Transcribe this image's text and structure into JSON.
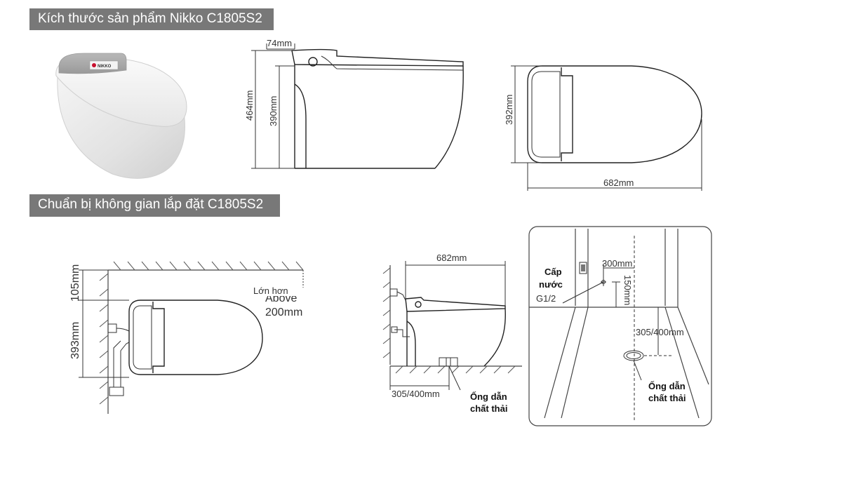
{
  "headers": {
    "dimensions": "Kích thước sản phẩm Nikko C1805S2",
    "installation": "Chuẩn bị không gian lắp đặt C1805S2"
  },
  "product_photo": {
    "logo_text": "NIKKO"
  },
  "side_view": {
    "top_offset": "74mm",
    "total_height": "464mm",
    "body_height": "390mm"
  },
  "top_view": {
    "width": "392mm",
    "length": "682mm"
  },
  "install_top": {
    "top_clearance": "105mm",
    "width": "393mm",
    "front_clearance_vi": "Lớn hơn",
    "front_clearance_en": "Above",
    "front_clearance_value": "200mm"
  },
  "install_side": {
    "length": "682mm",
    "rough_in": "305/400mm",
    "waste_pipe": [
      "Ống dẫn",
      "chất thải"
    ]
  },
  "install_3d": {
    "water_supply": [
      "Cấp",
      "nước",
      "G1/2"
    ],
    "horizontal": "300mm",
    "vertical": "150mm",
    "rough_in": "305/400mm",
    "waste_pipe": [
      "Ống dẫn",
      "chất thải"
    ]
  }
}
